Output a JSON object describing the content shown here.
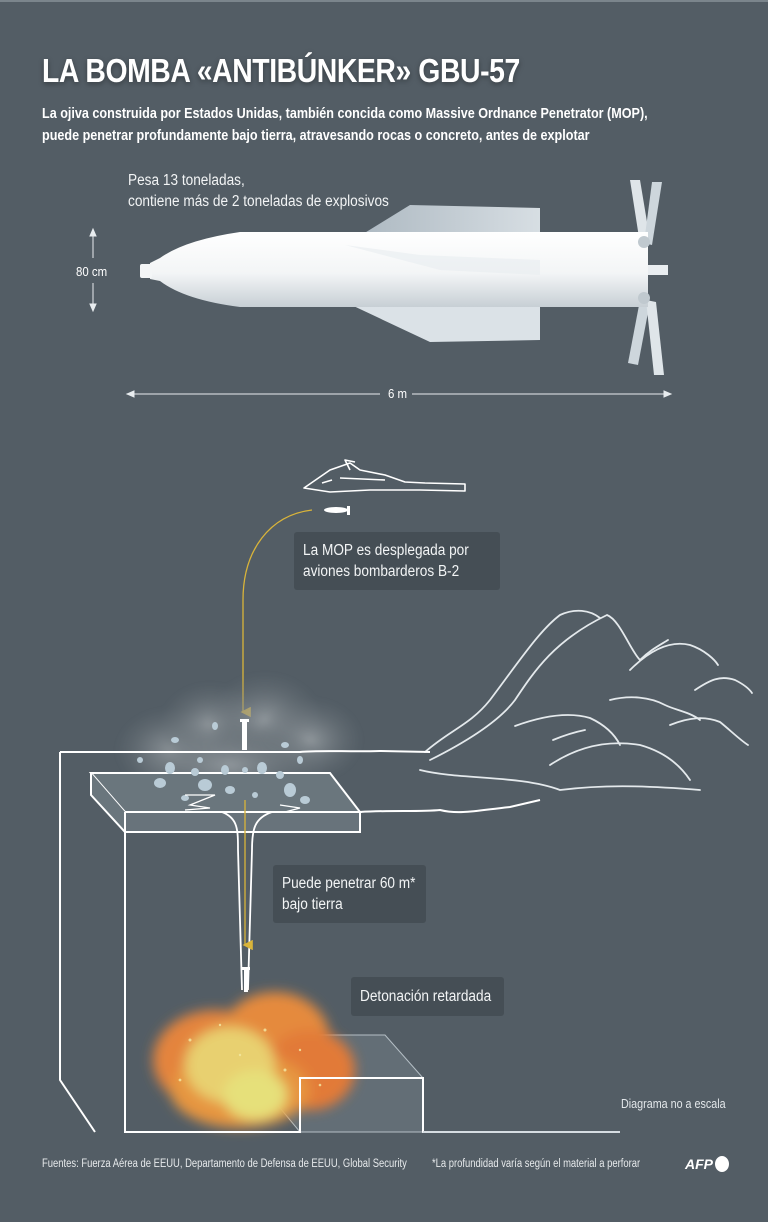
{
  "header": {
    "title": "LA BOMBA «ANTIBÚNKER» GBU-57",
    "subtitle_line1": "La ojiva construida por Estados Unidas, también concida como Massive Ordnance Penetrator (MOP),",
    "subtitle_line2": "puede penetrar profundamente bajo tierra, atravesando rocas o concreto, antes de explotar"
  },
  "bomb": {
    "weight_line1": "Pesa 13 toneladas,",
    "weight_line2": "contiene más de 2 toneladas de explosivos",
    "diameter_label": "80 cm",
    "length_label": "6 m"
  },
  "diagram": {
    "callout_deploy_line1": "La MOP es desplegada por",
    "callout_deploy_line2": "aviones bombarderos B-2",
    "callout_penetrate_line1": "Puede penetrar 60 m*",
    "callout_penetrate_line2": "bajo tierra",
    "callout_detonation": "Detonación retardada",
    "scale_note": "Diagrama no a escala"
  },
  "footer": {
    "sources": "Fuentes: Fuerza Aérea de EEUU, Departamento de Defensa de EEUU, Global Security",
    "footnote": "*La profundidad varía según el material a perforar",
    "logo": "AFP"
  },
  "colors": {
    "background": "#535d65",
    "callout_bg": "#454e55",
    "trajectory": "#d9b43a",
    "explosion_outer": "#e8893a",
    "explosion_inner": "#e6e07a",
    "debris": "#b9cbd6"
  }
}
